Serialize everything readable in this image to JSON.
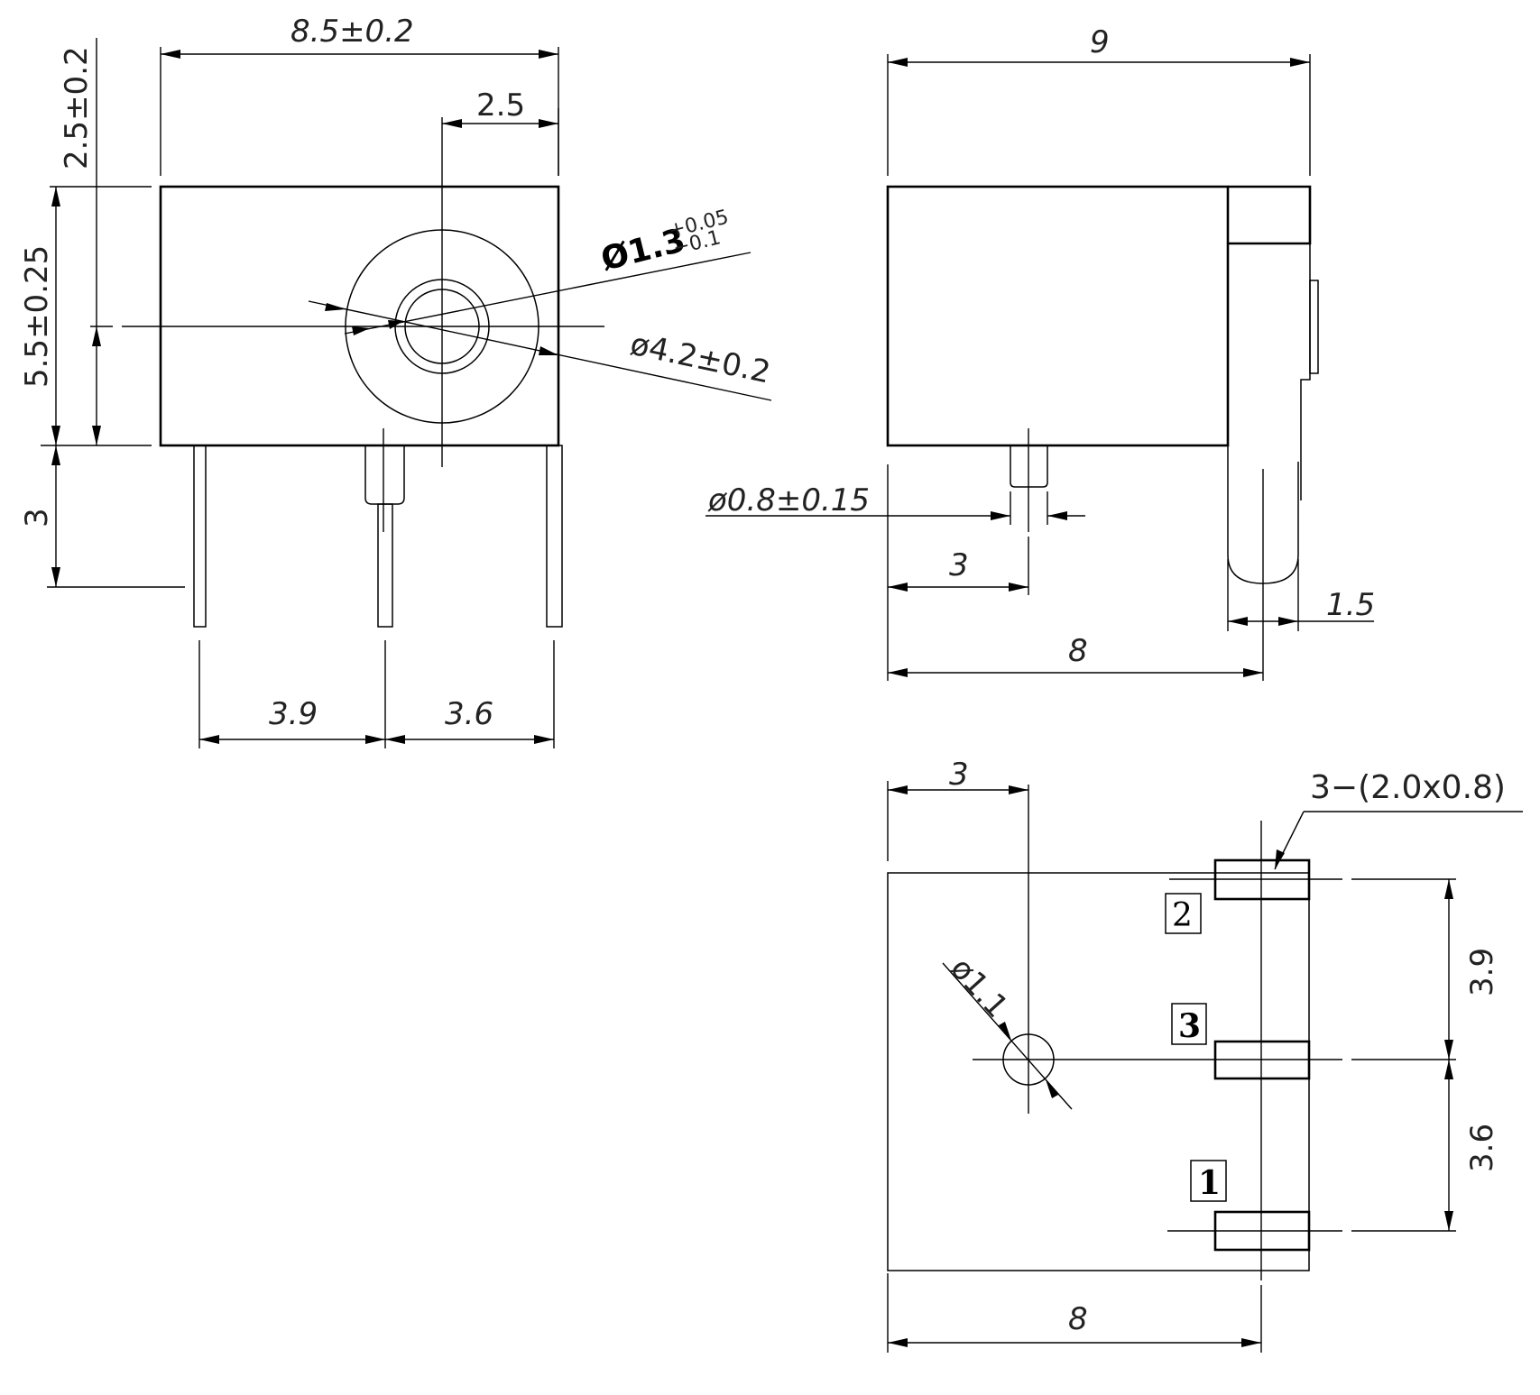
{
  "front_view": {
    "width_dim": "8.5±0.2",
    "hole_offset_dim": "2.5",
    "top_height_dim": "2.5±0.2",
    "body_height_dim": "5.5±0.25",
    "pin_length_dim": "3",
    "pin_spacing_left_dim": "3.9",
    "pin_spacing_right_dim": "3.6",
    "inner_diameter_label": "Ø1.3",
    "inner_diameter_tol_upper": "+0.05",
    "inner_diameter_tol_lower": "−0.1",
    "outer_diameter_label": "ø4.2±0.2"
  },
  "side_view": {
    "depth_dim": "9",
    "pin_diameter_dim": "ø0.8±0.15",
    "pin_offset_dim": "3",
    "pin_width_dim": "1.5",
    "pin_position_dim": "8"
  },
  "bottom_view": {
    "pin_offset_dim": "3",
    "pad_callout": "3−(2.0x0.8)",
    "hole_diameter_dim": "ø1.1",
    "pad_spacing_upper_dim": "3.9",
    "pad_spacing_lower_dim": "3.6",
    "overall_dim": "8",
    "pin_labels": [
      "2",
      "3",
      "1"
    ]
  }
}
